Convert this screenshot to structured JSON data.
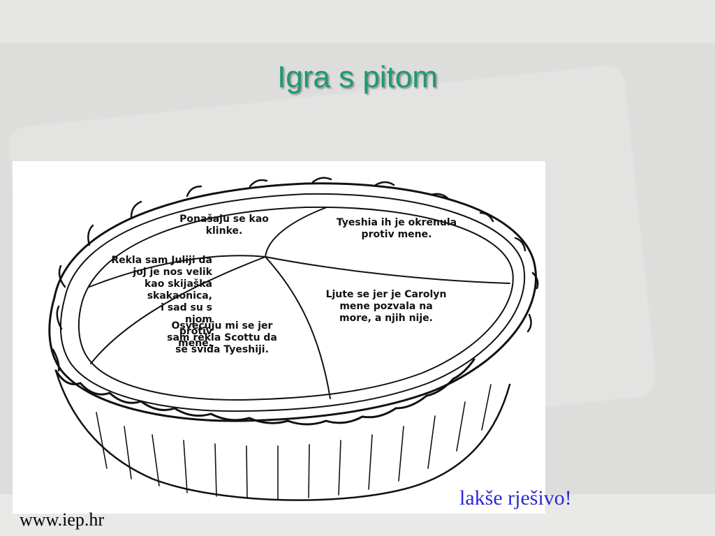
{
  "slide": {
    "title": "Igra s pitom",
    "caption": "lakše rješivo!",
    "footer_url": "www.iep.hr"
  },
  "pie_slices": {
    "top": "Ponašaju se kao\nklinke.",
    "top_right": "Tyeshia ih je okrenula\nprotiv mene.",
    "left": "Rekla sam Juliji da\njoj je nos velik\nkao skijaška\nskakaonica,\ni sad su s\nnjom\nprotiv\nmene.",
    "center": "Osvećuju mi se jer\nsam rekla Scottu da\nse sviđa Tyeshiji.",
    "right": "Ljute se jer je Carolyn\nmene pozvala na\nmore, a njih nije."
  },
  "colors": {
    "title": "#1e9a6e",
    "caption": "#2a2ad0",
    "background": "#dddddc"
  }
}
